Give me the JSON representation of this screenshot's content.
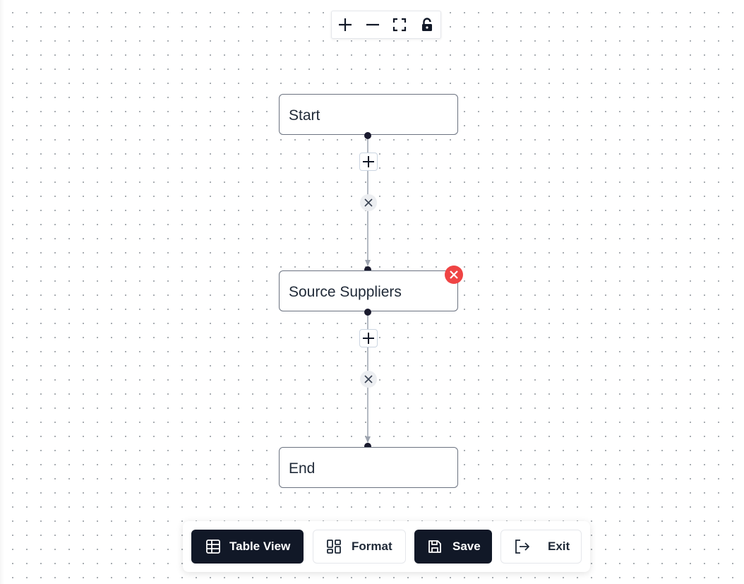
{
  "controls": {
    "zoom_in_icon": "plus-icon",
    "zoom_out_icon": "minus-icon",
    "fit_view_icon": "fit-view-icon",
    "lock_icon": "unlock-icon"
  },
  "nodes": [
    {
      "label": "Start"
    },
    {
      "label": "Source Suppliers",
      "removable": true
    },
    {
      "label": "End"
    }
  ],
  "toolbar": {
    "table_view_label": "Table View",
    "format_label": "Format",
    "save_label": "Save",
    "exit_label": "Exit"
  },
  "colors": {
    "accent_dark": "#111827",
    "delete_red": "#ef4444",
    "handle": "#1a1a2e",
    "edge": "#9ca3af"
  }
}
